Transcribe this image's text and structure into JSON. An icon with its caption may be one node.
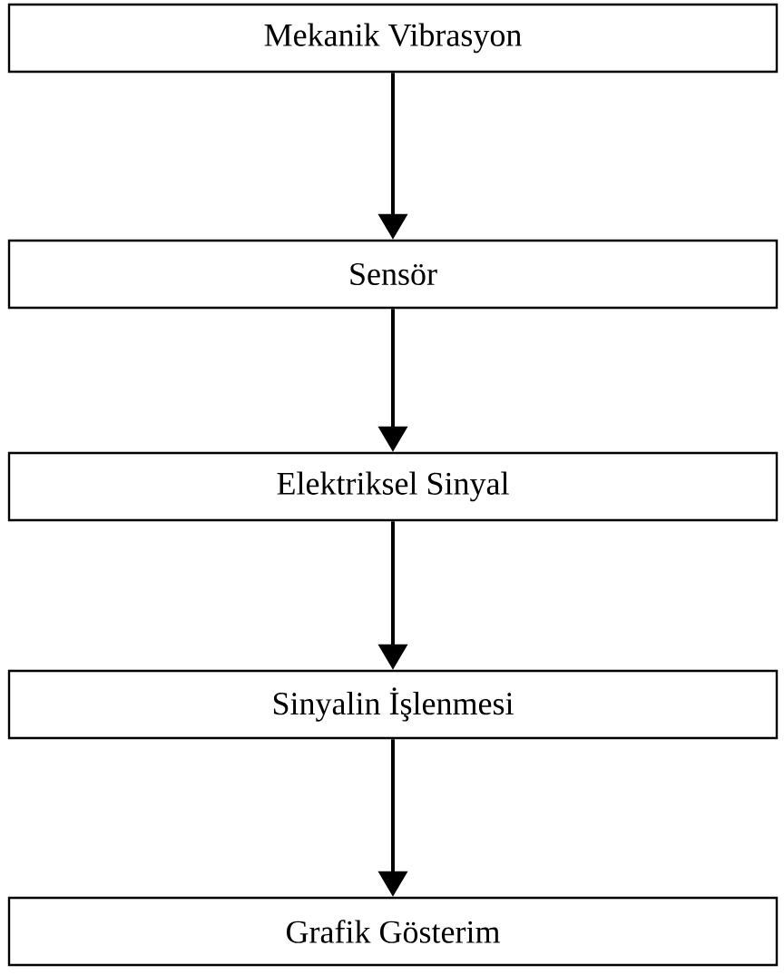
{
  "diagram": {
    "nodes": [
      {
        "text": [
          "Mekanik Vibrasyon"
        ]
      },
      {
        "text": [
          "Sensör"
        ]
      },
      {
        "text": [
          "Elektriksel Sinyal"
        ]
      },
      {
        "text": [
          "Sinyalin İşlenmesi"
        ]
      },
      {
        "text": [
          "Grafik Gösterim"
        ]
      }
    ],
    "edges": [
      {
        "from": 0,
        "to": 1,
        "arrow": "to"
      },
      {
        "from": 1,
        "to": 2,
        "arrow": "to"
      },
      {
        "from": 2,
        "to": 3,
        "arrow": "to"
      },
      {
        "from": 3,
        "to": 4,
        "arrow": "to"
      }
    ]
  }
}
